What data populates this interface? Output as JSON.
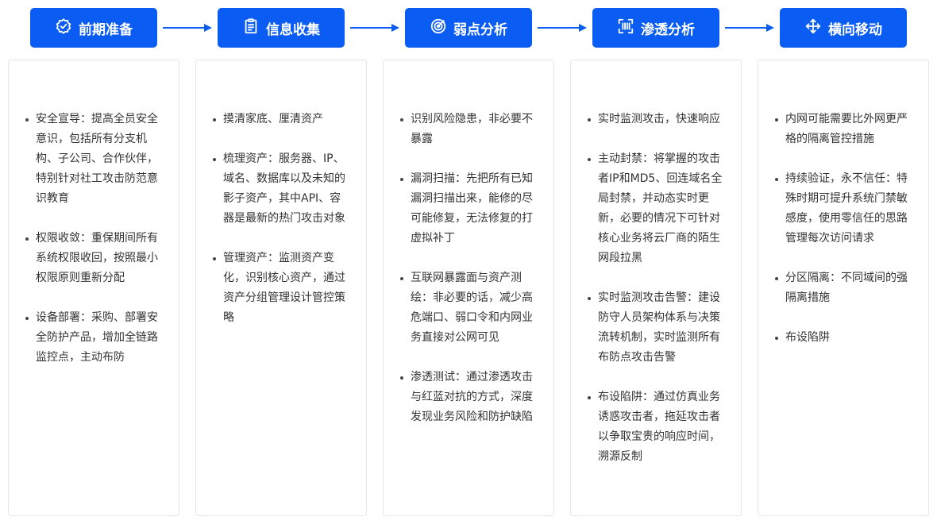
{
  "colors": {
    "accent": "#0a5cf2",
    "text": "#333333",
    "card_border": "#e3e6eb"
  },
  "stages": [
    {
      "title": "前期准备",
      "icon": "badge-check-icon",
      "items": [
        "安全宣导：提高全员安全意识，包括所有分支机构、子公司、合作伙伴，特别针对社工攻击防范意识教育",
        "权限收敛：重保期间所有系统权限收回，按照最小权限原则重新分配",
        "设备部署：采购、部署安全防护产品，增加全链路监控点，主动布防"
      ]
    },
    {
      "title": "信息收集",
      "icon": "clipboard-icon",
      "items": [
        "摸清家底、厘清资产",
        "梳理资产：服务器、IP、域名、数据库以及未知的影子资产，其中API、容器是最新的热门攻击对象",
        "管理资产：监测资产变化，识别核心资产，通过资产分组管理设计管控策略"
      ]
    },
    {
      "title": "弱点分析",
      "icon": "target-icon",
      "items": [
        "识别风险隐患，非必要不暴露",
        "漏洞扫描：先把所有已知漏洞扫描出来，能修的尽可能修复，无法修复的打虚拟补丁",
        "互联网暴露面与资产测绘：非必要的话，减少高危端口、弱口令和内网业务直接对公网可见",
        "渗透测试：通过渗透攻击与红蓝对抗的方式，深度发现业务风险和防护缺陷"
      ]
    },
    {
      "title": "渗透分析",
      "icon": "scan-icon",
      "items": [
        "实时监测攻击，快速响应",
        "主动封禁：将掌握的攻击者IP和MD5、回连域名全局封禁，并动态实时更新，必要的情况下可针对核心业务将云厂商的陌生网段拉黑",
        "实时监测攻击告警：建设防守人员架构体系与决策流转机制，实时监测所有布防点攻击告警",
        "布设陷阱：通过仿真业务诱惑攻击者，拖延攻击者以争取宝贵的响应时间，溯源反制"
      ]
    },
    {
      "title": "横向移动",
      "icon": "move-arrows-icon",
      "items": [
        "内网可能需要比外网更严格的隔离管控措施",
        "持续验证，永不信任：特殊时期可提升系统门禁敏感度，使用零信任的思路管理每次访问请求",
        "分区隔离：不同域间的强隔离措施",
        "布设陷阱"
      ]
    }
  ]
}
